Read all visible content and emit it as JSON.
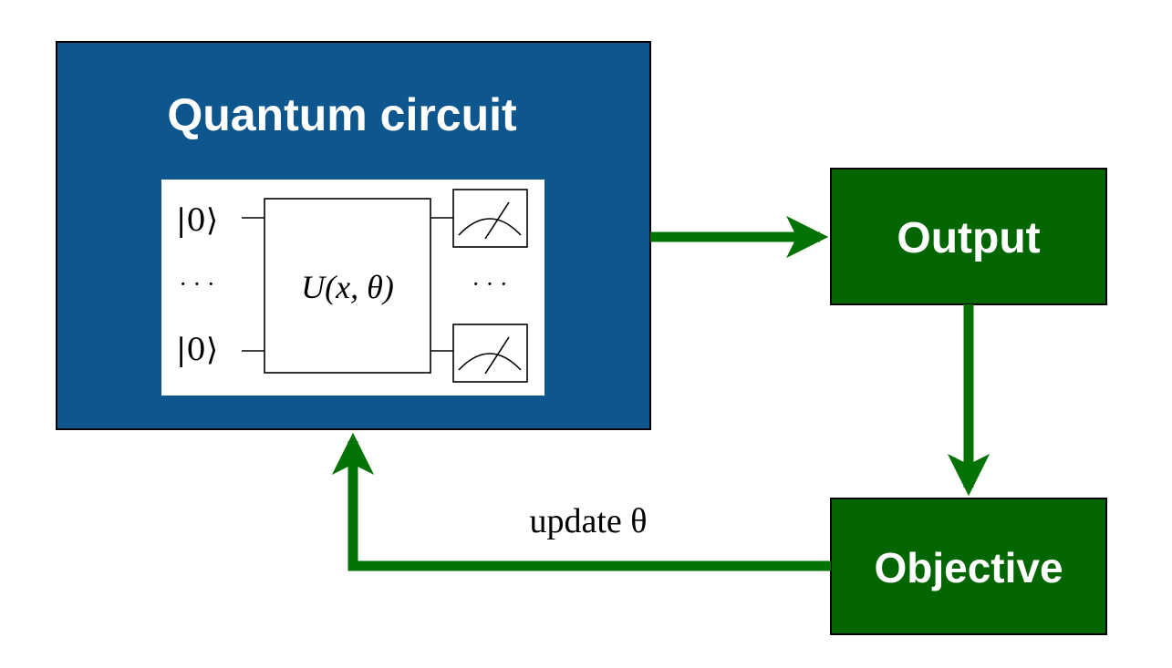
{
  "colors": {
    "quantum_box": "#0e578e",
    "green_box": "#036603",
    "arrow": "#047204",
    "border": "#000000",
    "inner_panel": "#ffffff"
  },
  "nodes": {
    "quantum_circuit": {
      "title": "Quantum circuit"
    },
    "output": {
      "title": "Output"
    },
    "objective": {
      "title": "Objective"
    }
  },
  "circuit": {
    "qubit_top": "|0⟩",
    "qubit_dots": "· · ·",
    "qubit_bottom": "|0⟩",
    "unitary_prefix": "U",
    "unitary_args": "(x, θ)",
    "measure_dots": "· · ·",
    "measure_icon": "measurement-meter-icon"
  },
  "edges": {
    "feedback_label": "update θ"
  }
}
